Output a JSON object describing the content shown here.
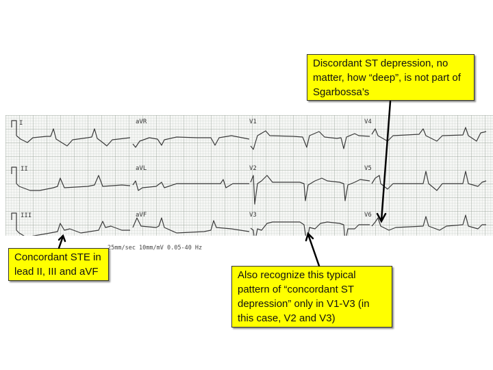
{
  "ecg_strip": {
    "leads": [
      "I",
      "II",
      "III",
      "aVR",
      "aVL",
      "aVF",
      "V1",
      "V2",
      "V3",
      "V4",
      "V5",
      "V6"
    ],
    "footer": "25mm/sec 10mm/mV 0.05-40 Hz"
  },
  "callouts": {
    "top_right": "Discordant ST depression, no matter, how “deep”, is not part of Sgarbossa’s",
    "bottom_left": "Concordant STE in lead II, III and aVF",
    "bottom_center": "Also recognize this typical pattern of “concordant ST depression” only in V1-V3 (in this case, V2 and V3)"
  },
  "colors": {
    "callout_fill": "#ffff00",
    "trace": "#3a3a3a",
    "grid": "#b8c0b8"
  }
}
